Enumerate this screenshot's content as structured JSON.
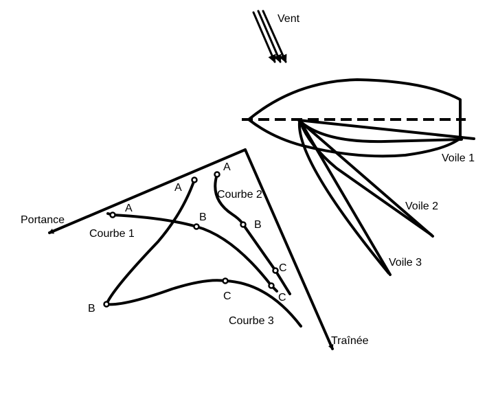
{
  "labels": {
    "wind": "Vent",
    "sail1": "Voile 1",
    "sail2": "Voile 2",
    "sail3": "Voile 3",
    "lift": "Portance",
    "drag": "Traînée",
    "curve1": "Courbe 1",
    "curve2": "Courbe 2",
    "curve3": "Courbe 3"
  },
  "points": {
    "c1": [
      "A",
      "B",
      "C"
    ],
    "c2": [
      "A",
      "B",
      "C"
    ],
    "c3": [
      "A",
      "B",
      "C"
    ]
  }
}
